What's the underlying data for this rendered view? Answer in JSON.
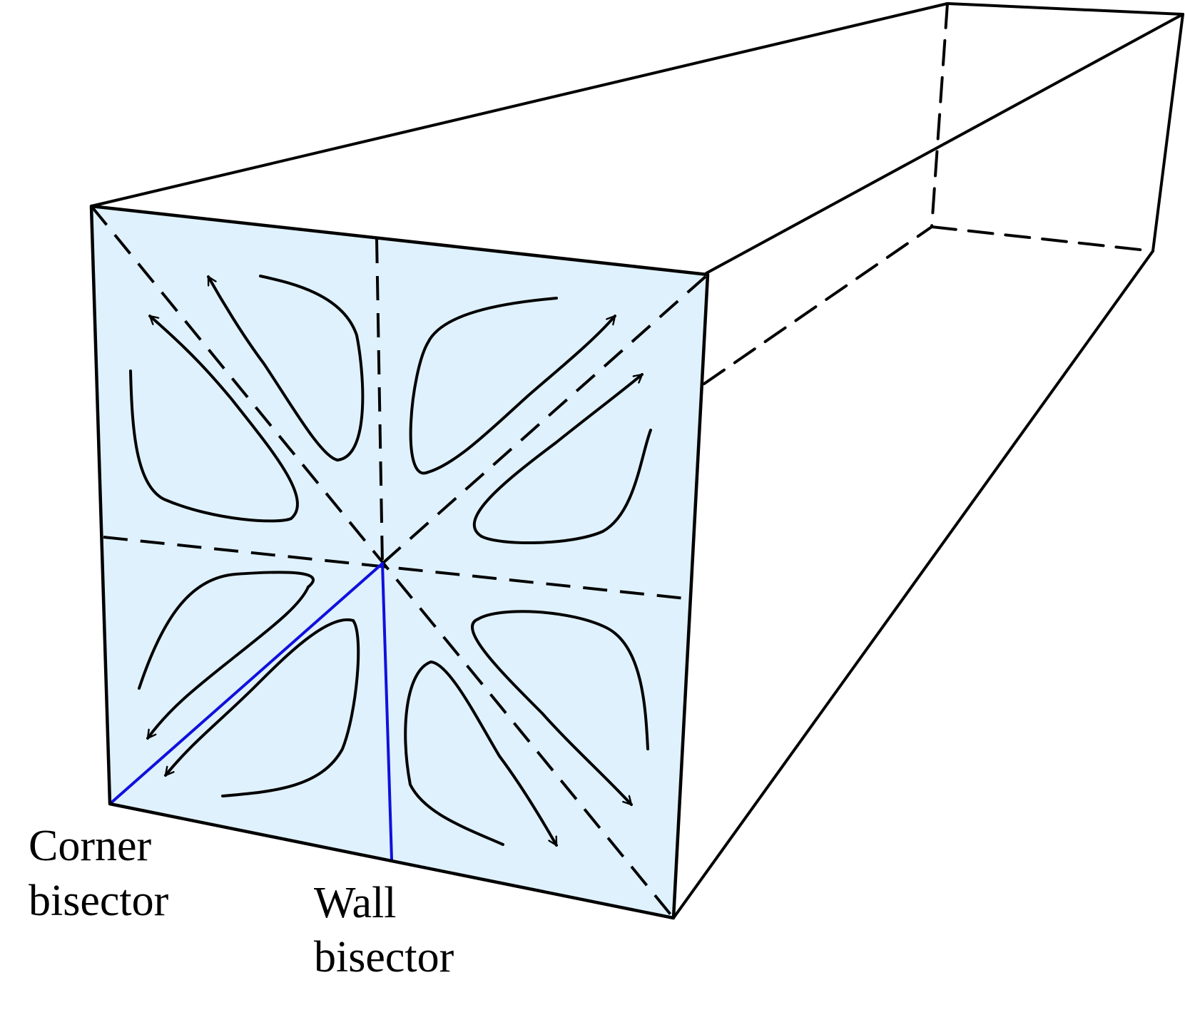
{
  "labels": {
    "corner_line1": "Corner",
    "corner_line2": "bisector",
    "wall_line1": "Wall",
    "wall_line2": "bisector"
  },
  "colors": {
    "face_fill": "#dff1fc",
    "outline": "#000000",
    "bisector_highlight": "#1010dd"
  }
}
